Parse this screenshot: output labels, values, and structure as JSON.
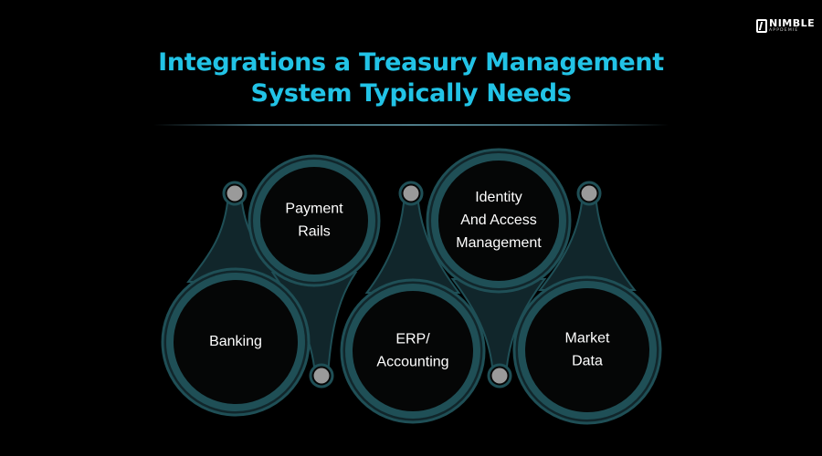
{
  "brand": {
    "name": "NIMBLE",
    "tagline": "APPDEMIE"
  },
  "title": {
    "line1": "Integrations a Treasury Management",
    "line2": "System Typically Needs"
  },
  "nodes": [
    {
      "id": "banking",
      "lines": [
        "Banking"
      ]
    },
    {
      "id": "payment-rails",
      "lines": [
        "Payment",
        "Rails"
      ]
    },
    {
      "id": "erp-accounting",
      "lines": [
        "ERP/",
        "Accounting"
      ]
    },
    {
      "id": "identity-access",
      "lines": [
        "Identity",
        "And Access",
        "Management"
      ]
    },
    {
      "id": "market-data",
      "lines": [
        "Market",
        "Data"
      ]
    }
  ],
  "colors": {
    "background": "#000000",
    "title": "#22c3e6",
    "ring": "#1f4f56",
    "shape_fill": "#11262b",
    "node_fill": "#050606",
    "knob": "#9a9a9a",
    "text": "#ffffff"
  }
}
